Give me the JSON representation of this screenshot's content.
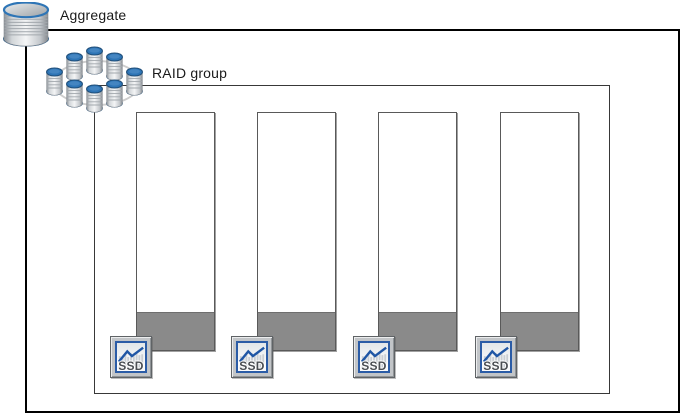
{
  "diagram": {
    "aggregate_label": "Aggregate",
    "raid_group_label": "RAID group",
    "disks": [
      {
        "label": "SSD"
      },
      {
        "label": "SSD"
      },
      {
        "label": "SSD"
      },
      {
        "label": "SSD"
      }
    ],
    "icons": {
      "aggregate": "disk-cylinder-stack",
      "raid_group": "cylinder-cluster-ring",
      "disk_badge": "ssd-sparkline-chart"
    },
    "colors": {
      "accent_blue": "#2E75B6",
      "cylinder_rim_blue": "#1F4E79",
      "capacity_band_gray": "#8A8A8A",
      "outer_border": "#000000",
      "inner_border": "#383838",
      "column_border": "#595959",
      "badge_frame_gray": "#C2C5C8",
      "badge_panel_border_blue": "#2B5CA6",
      "label_text": "#1A1A1A"
    }
  }
}
